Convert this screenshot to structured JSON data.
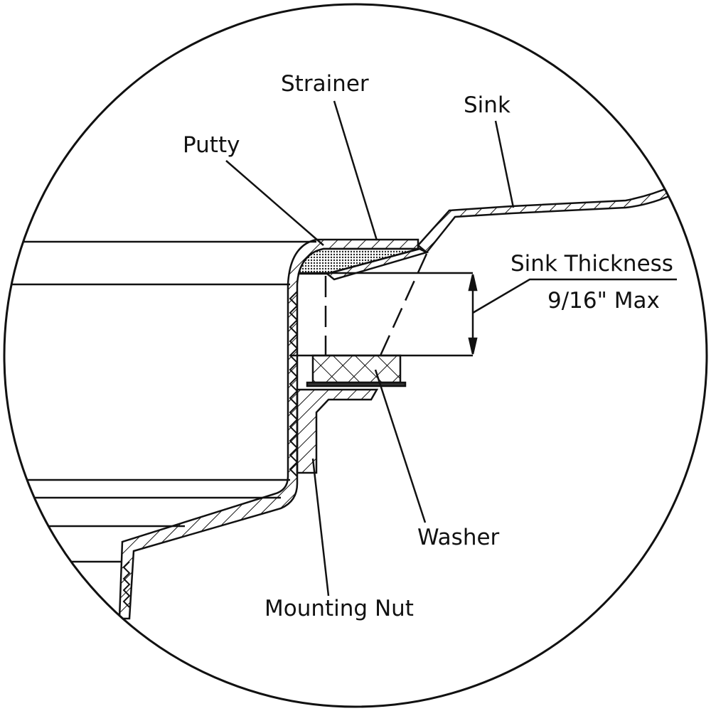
{
  "labels": {
    "strainer": "Strainer",
    "sink": "Sink",
    "putty": "Putty",
    "sink_thickness": "Sink Thickness",
    "max_thickness": "9/16\" Max",
    "washer": "Washer",
    "mounting_nut": "Mounting Nut"
  },
  "colors": {
    "line": "#111111",
    "background": "#ffffff"
  }
}
